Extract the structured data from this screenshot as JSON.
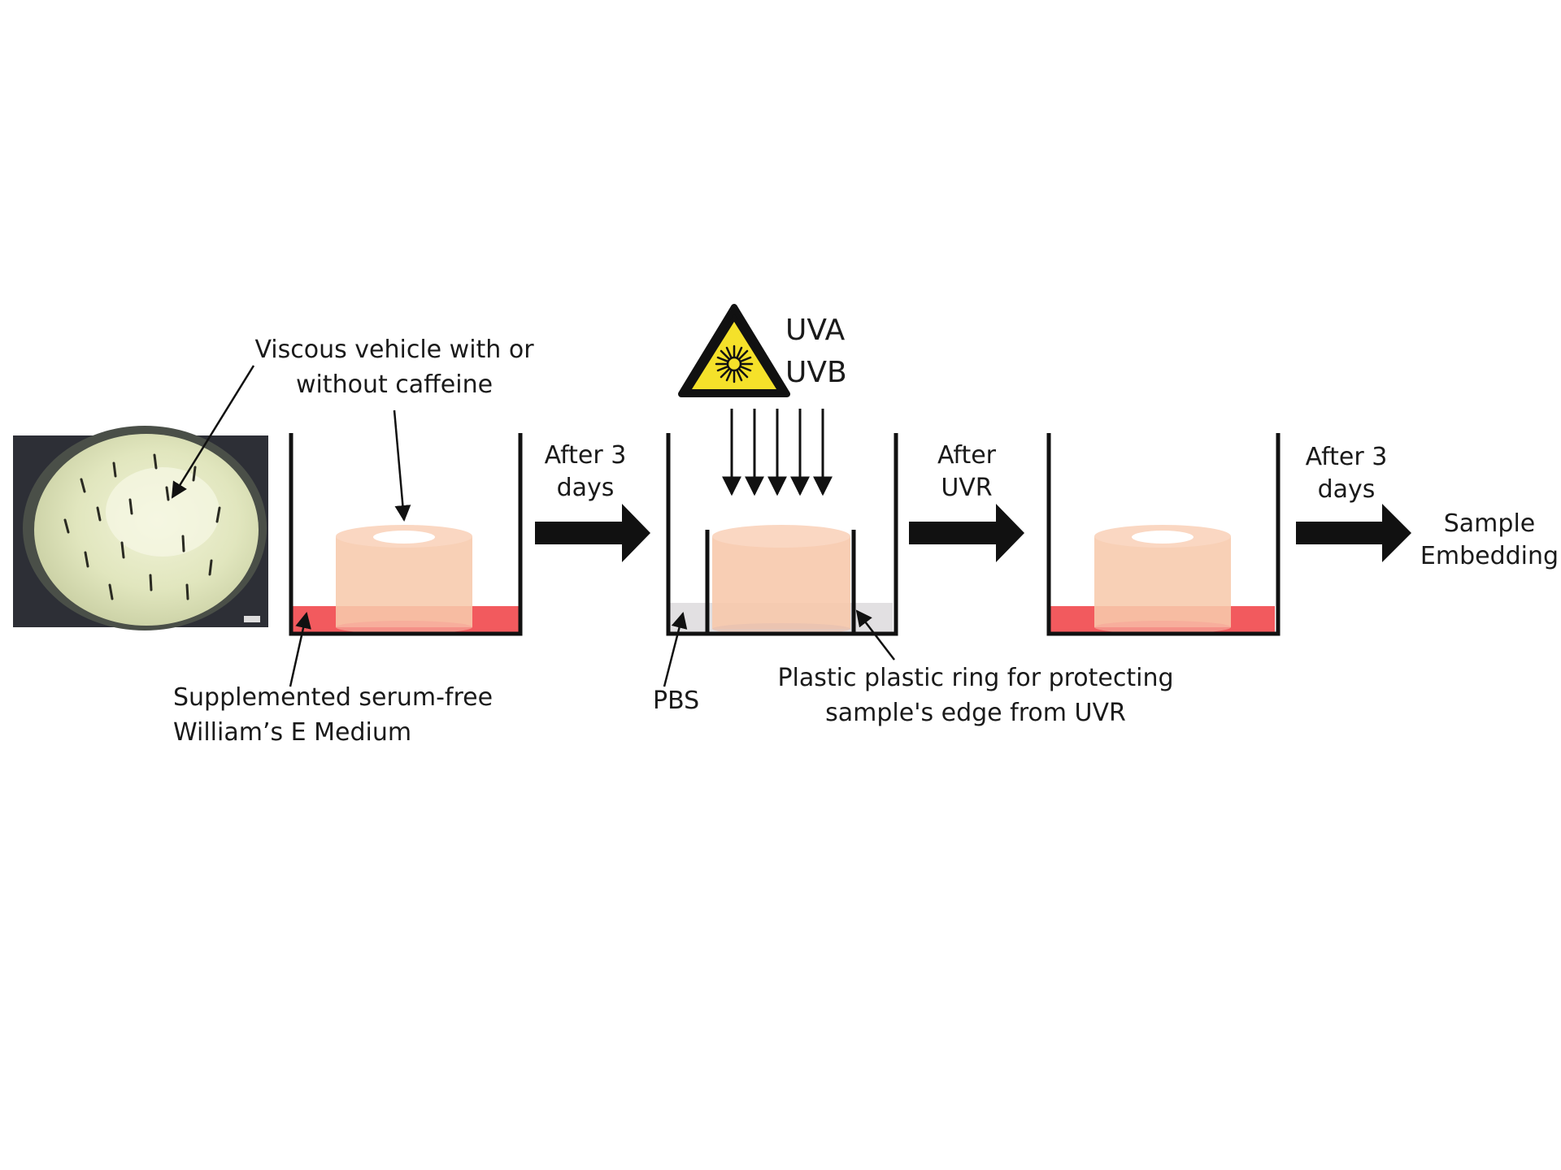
{
  "labels": {
    "vehicle_line1": "Viscous vehicle with or",
    "vehicle_line2": "without caffeine",
    "medium_line1": "Supplemented serum-free",
    "medium_line2": "William’s E Medium",
    "after3_a_line1": "After 3",
    "after3_a_line2": "days",
    "uva": "UVA",
    "uvb": "UVB",
    "pbs": "PBS",
    "ring_line1": "Plastic plastic ring for protecting",
    "ring_line2": "sample's edge from UVR",
    "afteruvr_line1": "After",
    "afteruvr_line2": "UVR",
    "after3_b_line1": "After 3",
    "after3_b_line2": "days",
    "embed_line1": "Sample",
    "embed_line2": "Embedding"
  },
  "colors": {
    "medium": "#f25a5e",
    "sample": "#f7c9ac",
    "sample_top": "#fad7c2",
    "pbs": "#e2e0e2",
    "warning_yellow": "#f5e12a",
    "photo_bg": "#2d2f36",
    "photo_skin": "#e4e7c4"
  },
  "icons": {
    "uv_warning": "uv-warning-triangle-icon"
  }
}
